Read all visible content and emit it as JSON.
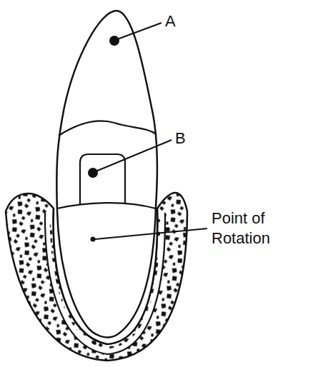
{
  "diagram": {
    "labels": [
      "A",
      "B",
      "Point of Rotation"
    ]
  }
}
